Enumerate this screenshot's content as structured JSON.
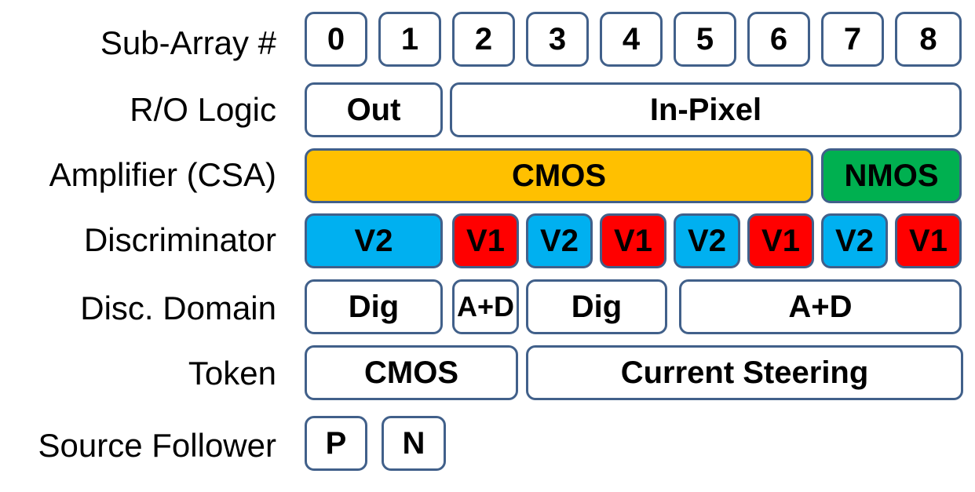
{
  "colors": {
    "border": "#41608A",
    "white": "#FFFFFF",
    "cmos_orange": "#FFC000",
    "nmos_green": "#00B050",
    "v2_blue": "#00B0F0",
    "v1_red": "#FF0000"
  },
  "rows": [
    {
      "label": "Sub-Array #",
      "cells": [
        {
          "text": "0",
          "color": "#FFFFFF"
        },
        {
          "text": "1",
          "color": "#FFFFFF"
        },
        {
          "text": "2",
          "color": "#FFFFFF"
        },
        {
          "text": "3",
          "color": "#FFFFFF"
        },
        {
          "text": "4",
          "color": "#FFFFFF"
        },
        {
          "text": "5",
          "color": "#FFFFFF"
        },
        {
          "text": "6",
          "color": "#FFFFFF"
        },
        {
          "text": "7",
          "color": "#FFFFFF"
        },
        {
          "text": "8",
          "color": "#FFFFFF"
        }
      ]
    },
    {
      "label": "R/O Logic",
      "cells": [
        {
          "text": "Out",
          "color": "#FFFFFF"
        },
        {
          "text": "In-Pixel",
          "color": "#FFFFFF"
        }
      ]
    },
    {
      "label": "Amplifier (CSA)",
      "cells": [
        {
          "text": "CMOS",
          "color": "#FFC000"
        },
        {
          "text": "NMOS",
          "color": "#00B050"
        }
      ]
    },
    {
      "label": "Discriminator",
      "cells": [
        {
          "text": "V2",
          "color": "#00B0F0"
        },
        {
          "text": "V1",
          "color": "#FF0000"
        },
        {
          "text": "V2",
          "color": "#00B0F0"
        },
        {
          "text": "V1",
          "color": "#FF0000"
        },
        {
          "text": "V2",
          "color": "#00B0F0"
        },
        {
          "text": "V1",
          "color": "#FF0000"
        },
        {
          "text": "V2",
          "color": "#00B0F0"
        },
        {
          "text": "V1",
          "color": "#FF0000"
        }
      ]
    },
    {
      "label": "Disc. Domain",
      "cells": [
        {
          "text": "Dig",
          "color": "#FFFFFF"
        },
        {
          "text": "A+D",
          "color": "#FFFFFF"
        },
        {
          "text": "Dig",
          "color": "#FFFFFF"
        },
        {
          "text": "A+D",
          "color": "#FFFFFF"
        }
      ]
    },
    {
      "label": "Token",
      "cells": [
        {
          "text": "CMOS",
          "color": "#FFFFFF"
        },
        {
          "text": "Current Steering",
          "color": "#FFFFFF"
        }
      ]
    },
    {
      "label": "Source Follower",
      "cells": [
        {
          "text": "P",
          "color": "#FFFFFF"
        },
        {
          "text": "N",
          "color": "#FFFFFF"
        }
      ]
    }
  ]
}
